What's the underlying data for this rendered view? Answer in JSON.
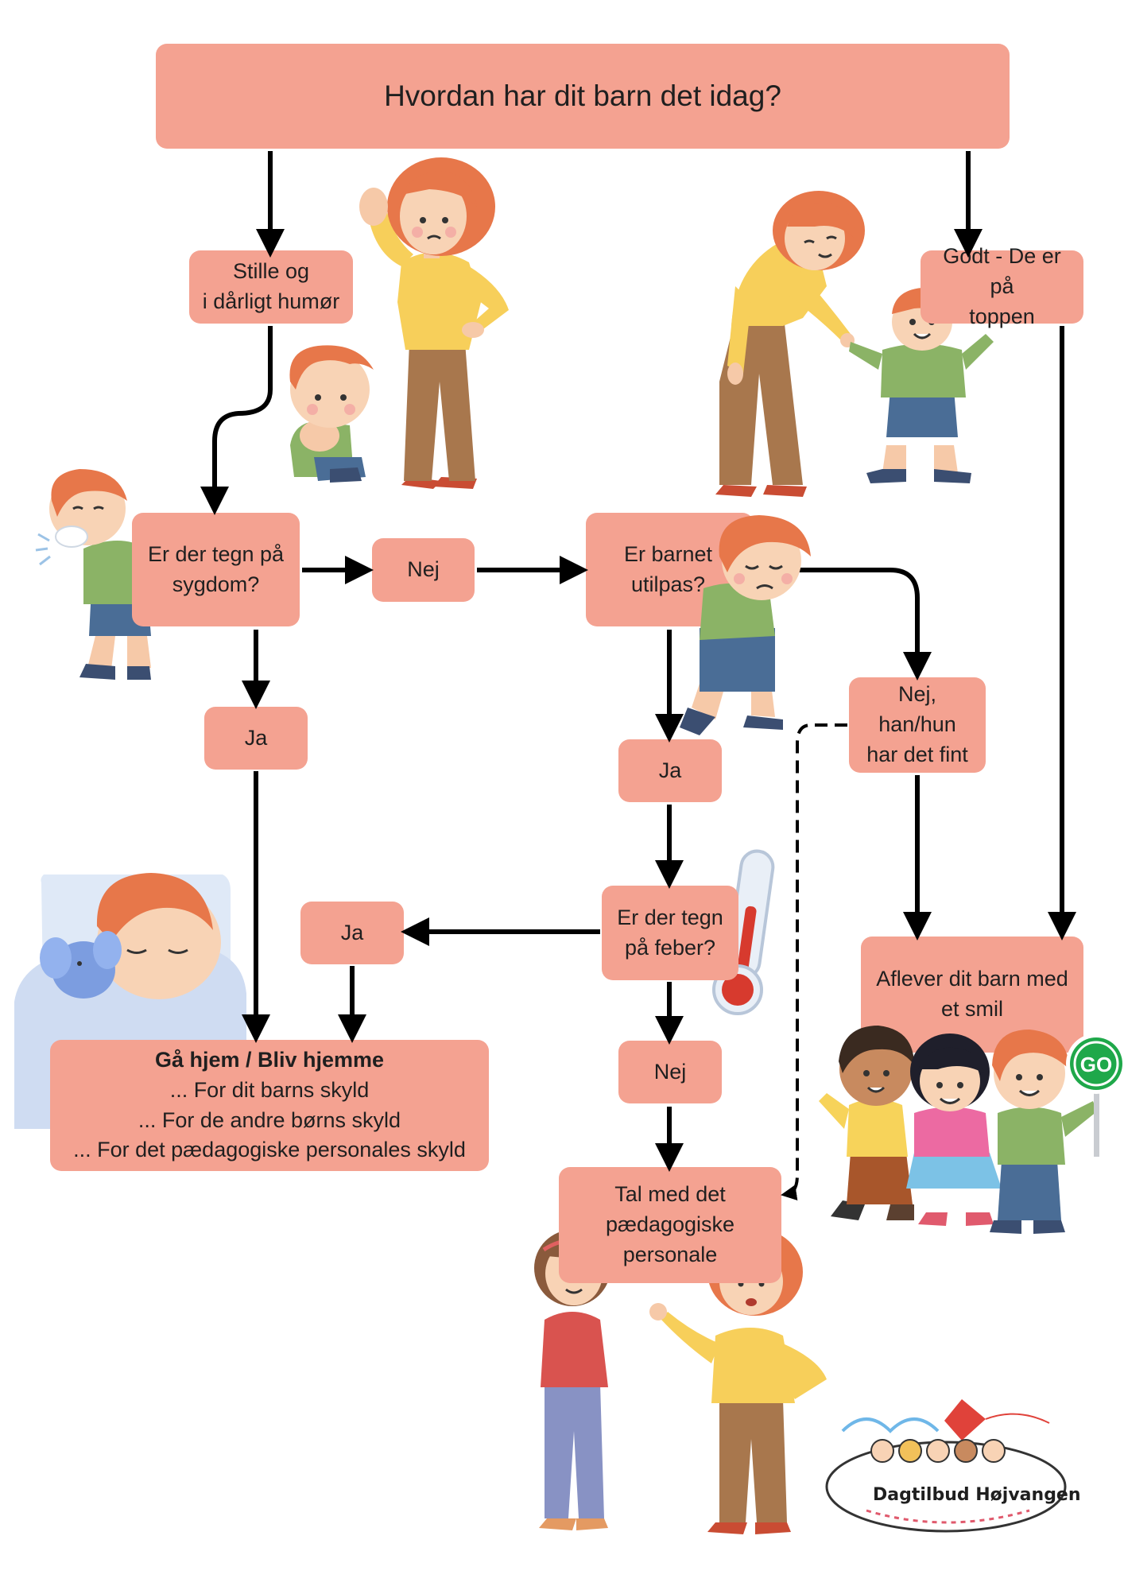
{
  "title": "Hvordan har dit barn det idag?",
  "nodes": {
    "quiet": [
      "Stille og",
      "i dårligt humør"
    ],
    "good": [
      "Godt - De er på",
      "toppen"
    ],
    "sick_question": [
      "Er der tegn på",
      "sygdom?"
    ],
    "nej1": "Nej",
    "unwell_question": [
      "Er barnet",
      "utilpas?"
    ],
    "ja1": "Ja",
    "fine": [
      "Nej, han/hun",
      "har det fint"
    ],
    "ja2": "Ja",
    "fever_question": [
      "Er der tegn",
      "på feber?"
    ],
    "ja3": "Ja",
    "handover": [
      "Aflever dit barn med",
      "et smil"
    ],
    "go_home": {
      "title": "Gå hjem / Bliv hjemme",
      "lines": [
        "... For dit barns skyld",
        "... For de andre børns skyld",
        "... For det pædagogiske personales skyld"
      ]
    },
    "nej2": "Nej",
    "talk": [
      "Tal med det",
      "pædagogiske",
      "personale"
    ]
  },
  "go_sign": "GO",
  "logo": "Dagtilbud Højvangen",
  "colors": {
    "box": "#f4a291",
    "text": "#1f1f1f",
    "arrow": "#000000"
  }
}
